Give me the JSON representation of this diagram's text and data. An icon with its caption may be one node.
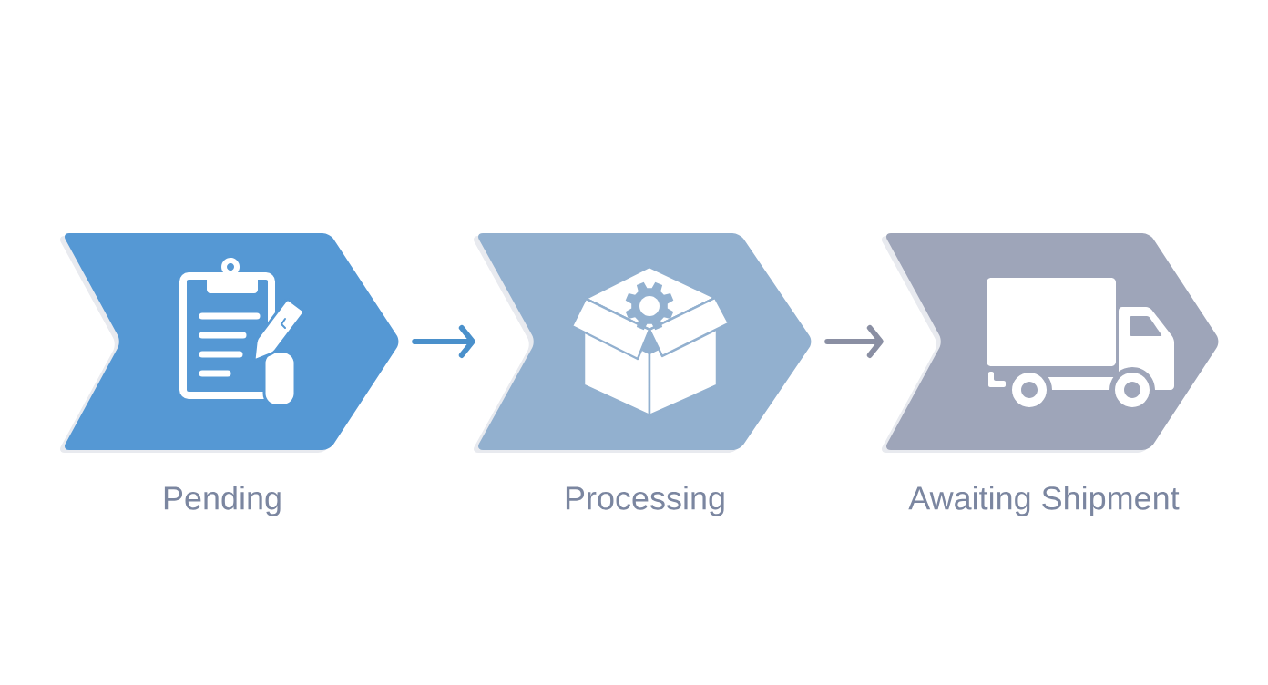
{
  "diagram": {
    "nodes": [
      {
        "text": [
          "Pending"
        ]
      },
      {
        "text": [
          "Processing"
        ]
      },
      {
        "text": [
          "Awaiting Shipment"
        ]
      }
    ],
    "edges": [
      {
        "from": 0,
        "to": 1,
        "arrow": "to",
        "color": "#4a90cb"
      },
      {
        "from": 1,
        "to": 2,
        "arrow": "to",
        "color": "#8a8fa3"
      }
    ]
  }
}
